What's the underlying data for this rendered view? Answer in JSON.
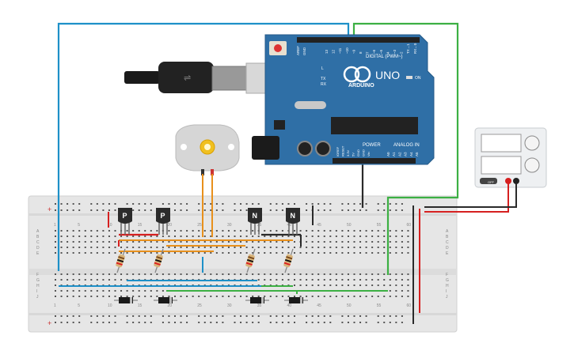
{
  "arduino": {
    "brand": "ARDUINO",
    "model": "UNO",
    "digital_label": "DIGITAL (PWM~)",
    "power_label": "POWER",
    "analog_label": "ANALOG IN",
    "led_on": "ON",
    "led_l": "L",
    "led_tx": "TX",
    "led_rx": "RX",
    "pin_aref": "AREF",
    "pin_gnd": "GND",
    "digital_pins": [
      "13",
      "12",
      "~11",
      "~10",
      "~9",
      "8",
      "7",
      "~6",
      "~5",
      "4",
      "~3",
      "2",
      "TX→1",
      "RX←0"
    ],
    "power_pins": [
      "IOREF",
      "RESET",
      "3.3V",
      "5V",
      "GND",
      "GND",
      "Vin"
    ],
    "analog_pins": [
      "A0",
      "A1",
      "A2",
      "A3",
      "A4",
      "A5"
    ]
  },
  "breadboard": {
    "rail_plus": "+",
    "rail_minus": "-",
    "row_letters_top": [
      "A",
      "B",
      "C",
      "D",
      "E"
    ],
    "row_letters_bottom": [
      "F",
      "G",
      "H",
      "I",
      "J"
    ],
    "column_numbers": [
      "1",
      "5",
      "10",
      "15",
      "20",
      "25",
      "30",
      "35",
      "40",
      "45",
      "50",
      "55",
      "60"
    ]
  },
  "transistors": [
    {
      "type_label": "P"
    },
    {
      "type_label": "P"
    },
    {
      "type_label": "N"
    },
    {
      "type_label": "N"
    }
  ],
  "power_supply": {
    "off_label": "OFF"
  },
  "colors": {
    "arduino_blue": "#2f6fa6",
    "wire_blue": "#1e90c8",
    "wire_green": "#3cb043",
    "wire_orange": "#e8901c",
    "wire_red": "#d62020",
    "wire_black": "#2a2a2a",
    "breadboard": "#e8e8e8"
  }
}
